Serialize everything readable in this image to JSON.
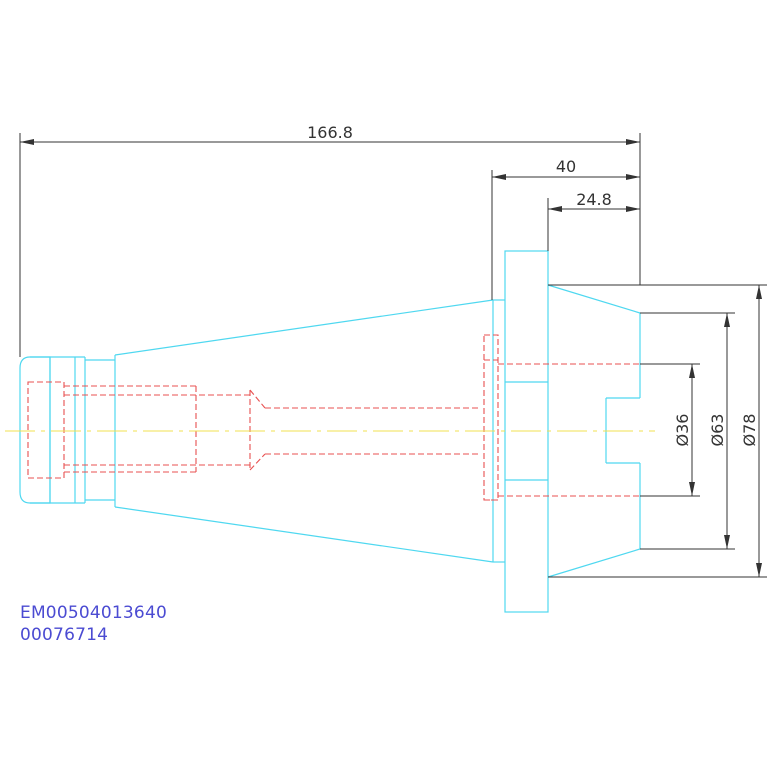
{
  "colors": {
    "outline": "#4fd8f0",
    "hidden": "#e85050",
    "centerline": "#f0e050",
    "dimension": "#333333",
    "id_text": "#4b4bd2"
  },
  "dimensions": {
    "overall_length": "166.8",
    "flange_to_end": "40",
    "flange_offset": "24.8",
    "dia_36": "Ø36",
    "dia_63": "Ø63",
    "dia_78": "Ø78"
  },
  "part_number": "EM00504013640",
  "serial_number": "00076714"
}
